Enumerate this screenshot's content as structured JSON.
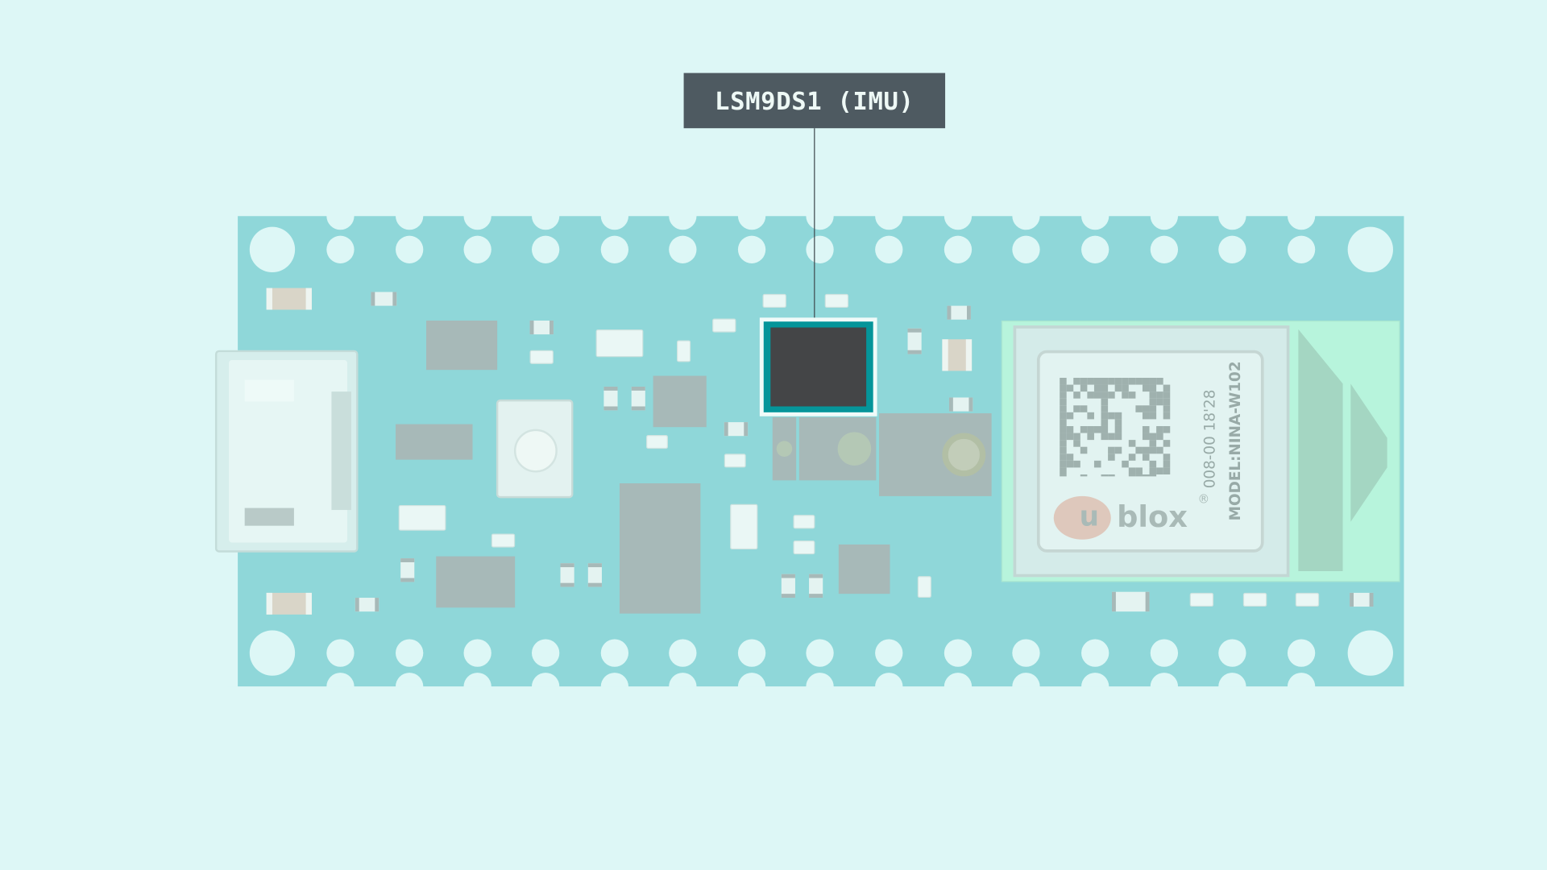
{
  "callout": {
    "label": "LSM9DS1 (IMU)"
  },
  "module": {
    "brand_prefix": "u",
    "brand": "blox",
    "registered": "®",
    "lot_code": "008-00 18'28",
    "model": "MODEL:NINA-W102"
  },
  "colors": {
    "background": "#ddf7f6",
    "board": "#8fd7d9",
    "label_bg": "#4e5a61",
    "highlight": "#05959a",
    "chip": "#444547",
    "module": "#b7f4dc"
  }
}
